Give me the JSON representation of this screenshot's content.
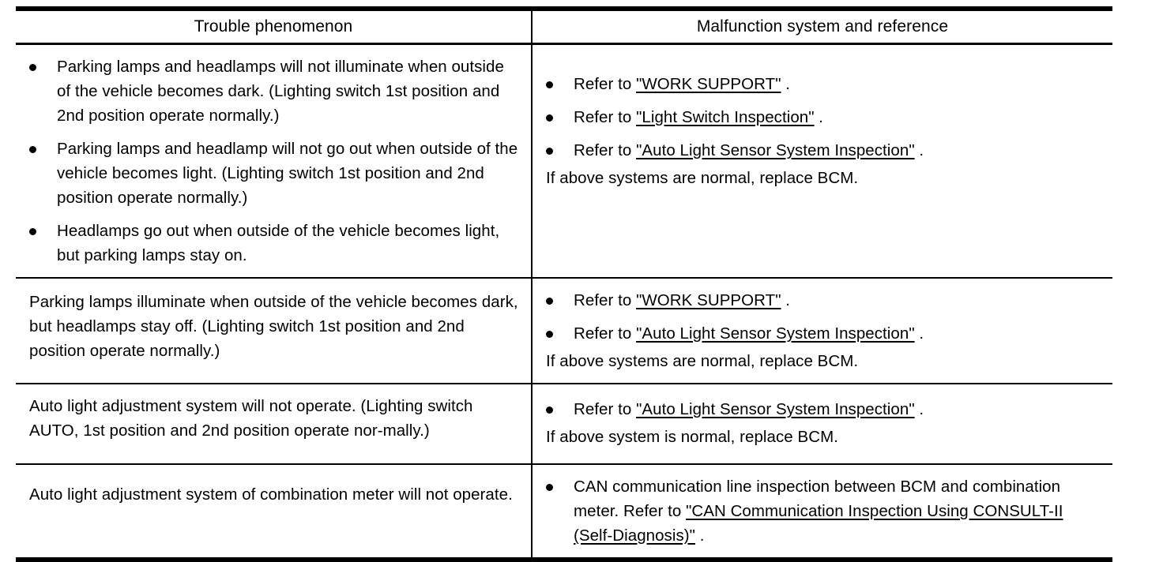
{
  "table": {
    "headers": {
      "left": "Trouble phenomenon",
      "right": "Malfunction system and reference"
    },
    "rows": [
      {
        "left_bullets": [
          "Parking lamps and headlamps will not illuminate when outside of the vehicle becomes dark. (Lighting switch 1st position and 2nd position operate normally.)",
          "Parking lamps and headlamp will not go out when outside of the vehicle becomes light. (Lighting switch 1st position and 2nd position operate normally.)",
          "Headlamps go out when outside of the vehicle becomes light, but parking lamps stay on."
        ],
        "right_bullets": [
          {
            "prefix": "Refer to ",
            "link": "\"WORK SUPPORT\"",
            "suffix": " ."
          },
          {
            "prefix": "Refer to ",
            "link": "\"Light Switch Inspection\"",
            "suffix": " ."
          },
          {
            "prefix": "Refer to ",
            "link": "\"Auto Light Sensor System Inspection\"",
            "suffix": " ."
          }
        ],
        "right_note": "If above systems are normal, replace BCM."
      },
      {
        "left_text": "Parking lamps illuminate when outside of the vehicle becomes dark, but headlamps stay off. (Lighting switch 1st position and 2nd position operate normally.)",
        "right_bullets": [
          {
            "prefix": "Refer to ",
            "link": "\"WORK SUPPORT\"",
            "suffix": " ."
          },
          {
            "prefix": "Refer to ",
            "link": "\"Auto Light Sensor System Inspection\"",
            "suffix": " ."
          }
        ],
        "right_note": "If above systems are normal, replace BCM."
      },
      {
        "left_text": "Auto light adjustment system will not operate. (Lighting switch AUTO, 1st position and 2nd position operate nor-mally.)",
        "right_bullets": [
          {
            "prefix": "Refer to ",
            "link": "\"Auto Light Sensor System Inspection\"",
            "suffix": "  ."
          }
        ],
        "right_note": "If above system is normal, replace  BCM."
      },
      {
        "left_text": "Auto light adjustment system of combination meter will not operate.",
        "right_bullets": [
          {
            "prefix": "CAN communication line inspection between BCM and combination meter. Refer to ",
            "link": "\"CAN Communication Inspection Using CONSULT-II (Self-Diagnosis)\"",
            "suffix": " ."
          }
        ],
        "right_note": ""
      }
    ]
  }
}
